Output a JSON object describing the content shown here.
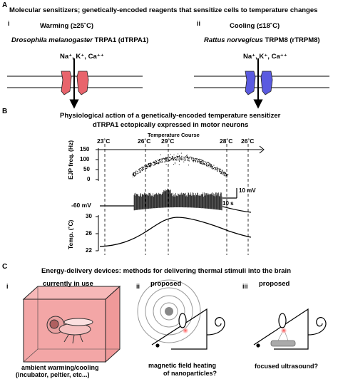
{
  "panel_a": {
    "letter": "A",
    "title": "Molecular sensitizers; genetically-encoded reagents that sensitize cells to temperature changes",
    "left": {
      "roman": "i",
      "label": "Warming (≥25˚C)",
      "species": "Drosophila melanogaster",
      "channel": "TRPA1 (dTRPA1)",
      "ions": "Na⁺, K⁺, Ca⁺⁺",
      "color": "#e8646c"
    },
    "right": {
      "roman": "ii",
      "label": "Cooling (≤18˚C)",
      "species": "Rattus norvegicus",
      "channel": "TRPM8 (rTRPM8)",
      "ions": "Na⁺, K⁺, Ca⁺⁺",
      "color": "#5a5ae0"
    }
  },
  "panel_b": {
    "letter": "B",
    "title": "Physiological action of a genetically-encoded temperature sensitizer",
    "subtitle": "dTRPA1 ectopically expressed in motor neurons",
    "course_label": "Temperature Course",
    "course_temps": [
      "23˚C",
      "26˚C",
      "29˚C",
      "28˚C",
      "26˚C"
    ],
    "ejp_axis_label": "EJP freq. (Hz)",
    "ejp_ticks": [
      "150",
      "100",
      "50",
      "0"
    ],
    "scale_voltage": "10 mV",
    "scale_time": "10 s",
    "resting_label": "-60 mV",
    "temp_axis_label": "Temp. (˚C)",
    "temp_ticks": [
      "30",
      "26",
      "22"
    ]
  },
  "panel_c": {
    "letter": "C",
    "title": "Energy-delivery devices: methods for delivering thermal stimuli into the brain",
    "items": [
      {
        "roman": "i",
        "label": "currently in use",
        "caption_1": "ambient warming/cooling",
        "caption_2": "(incubator, peltier, etc...)"
      },
      {
        "roman": "ii",
        "label": "proposed",
        "caption_1": "magnetic field heating",
        "caption_2": "of nanoparticles?"
      },
      {
        "roman": "iii",
        "label": "proposed",
        "caption_1": "focused ultrasound?",
        "caption_2": ""
      }
    ],
    "box_color": "#f3a6a6"
  }
}
